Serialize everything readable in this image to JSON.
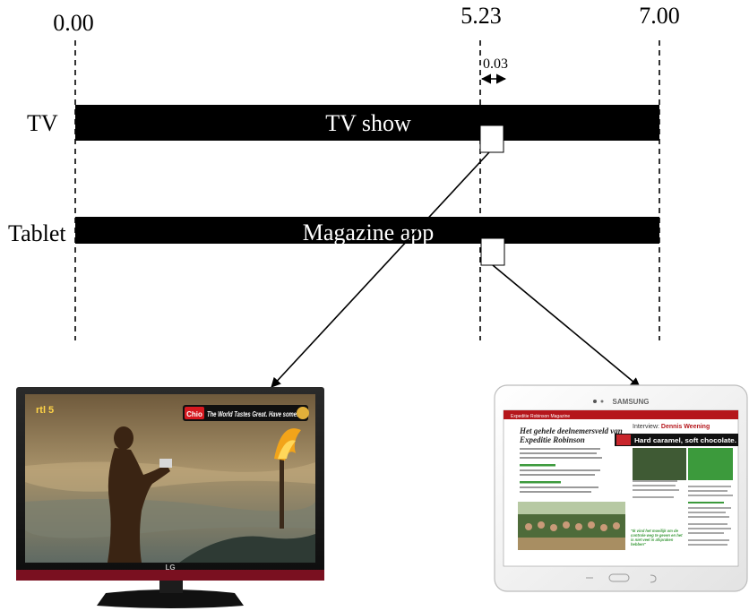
{
  "timeline": {
    "start_label": "0.00",
    "sync_label": "5.23",
    "end_label": "7.00",
    "offset_label": "0.03",
    "start": 0.0,
    "sync": 5.23,
    "end": 7.0,
    "offset": 0.03
  },
  "tracks": [
    {
      "row_label": "TV",
      "bar_label": "TV show"
    },
    {
      "row_label": "Tablet",
      "bar_label": "Magazine app"
    }
  ],
  "tv_screen": {
    "channel_logo": "rtl 5",
    "ad_text": "The World Tastes Great. Have some!",
    "ad_brand": "Chio",
    "brand": "LG"
  },
  "tablet_screen": {
    "brand": "SAMSUNG",
    "app_bar_title": "Expeditie Robinson Magazine",
    "headline": "Het gehele deelnemersveld van Expeditie Robinson",
    "side_heading_prefix": "Interview: ",
    "side_heading_name": "Dennis Weening",
    "ad_text": "Hard caramel, soft chocolate.",
    "quote": "\"Ik vind het moeilijk om de controle weg te geven en het is niet veel in afspraken hebben\""
  },
  "colors": {
    "bar": "#000000",
    "tv_frame": "#1a1a1a",
    "tv_accent": "#7a1020",
    "app_bar": "#b5161b",
    "magazine_green": "#3c9a3c"
  }
}
